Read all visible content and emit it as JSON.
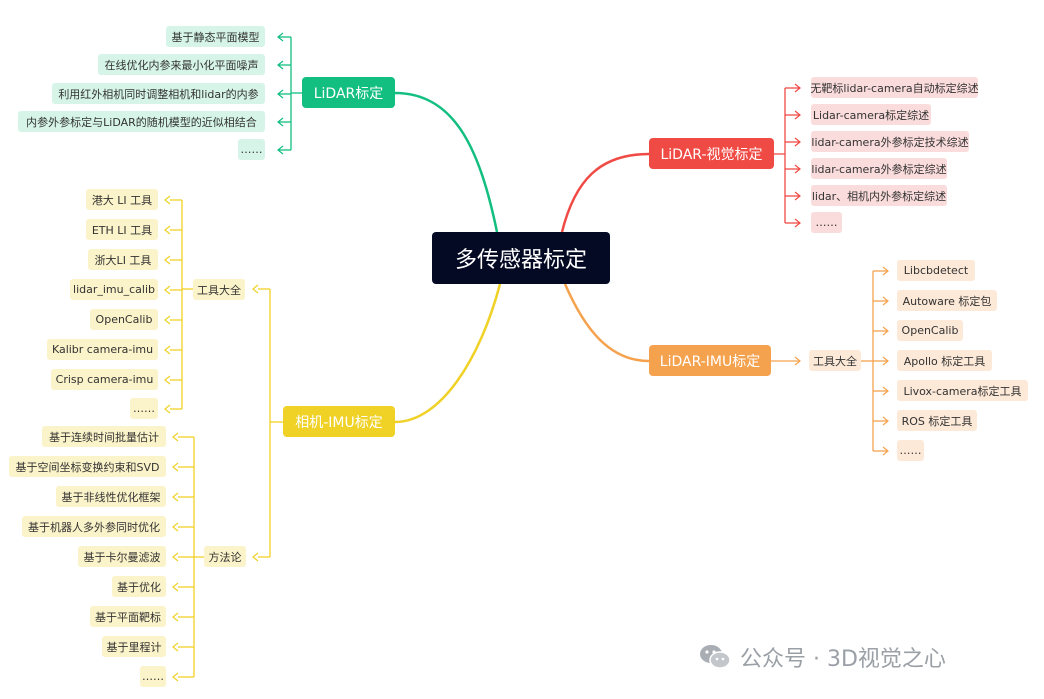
{
  "center": {
    "label": "多传感器标定"
  },
  "lidar_calib": {
    "label": "LiDAR标定",
    "items": [
      "基于静态平面模型",
      "在线优化内参来最小化平面噪声",
      "利用红外相机同时调整相机和lidar的内参",
      "内参外参标定与LiDAR的随机模型的近似相结合",
      "……"
    ]
  },
  "lidar_vision": {
    "label": "LiDAR-视觉标定",
    "items": [
      "无靶标lidar-camera自动标定综述",
      "Lidar-camera标定综述",
      "lidar-camera外参标定技术综述",
      "lidar-camera外参标定综述",
      "lidar、相机内外参标定综述",
      "……"
    ]
  },
  "lidar_imu": {
    "label": "LiDAR-IMU标定",
    "tools_label": "工具大全",
    "tools": [
      "Libcbdetect",
      "Autoware 标定包",
      "OpenCalib",
      "Apollo 标定工具",
      "Livox-camera标定工具",
      "ROS 标定工具",
      "……"
    ]
  },
  "camera_imu": {
    "label": "相机-IMU标定",
    "tools_label": "工具大全",
    "tools": [
      "港大 LI 工具",
      "ETH LI 工具",
      "浙大LI 工具",
      "lidar_imu_calib",
      "OpenCalib",
      "Kalibr camera-imu",
      "Crisp camera-imu",
      "……"
    ],
    "methods_label": "方法论",
    "methods": [
      "基于连续时间批量估计",
      "基于空间坐标变换约束和SVD",
      "基于非线性优化框架",
      "基于机器人多外参同时优化",
      "基于卡尔曼滤波",
      "基于优化",
      "基于平面靶标",
      "基于里程计",
      "……"
    ]
  },
  "watermark": {
    "text": "公众号 · 3D视觉之心"
  },
  "colors": {
    "green": "#12be80",
    "red": "#f04a45",
    "orange": "#f5a24e",
    "yellow": "#f0d126",
    "center": "#050a24"
  }
}
